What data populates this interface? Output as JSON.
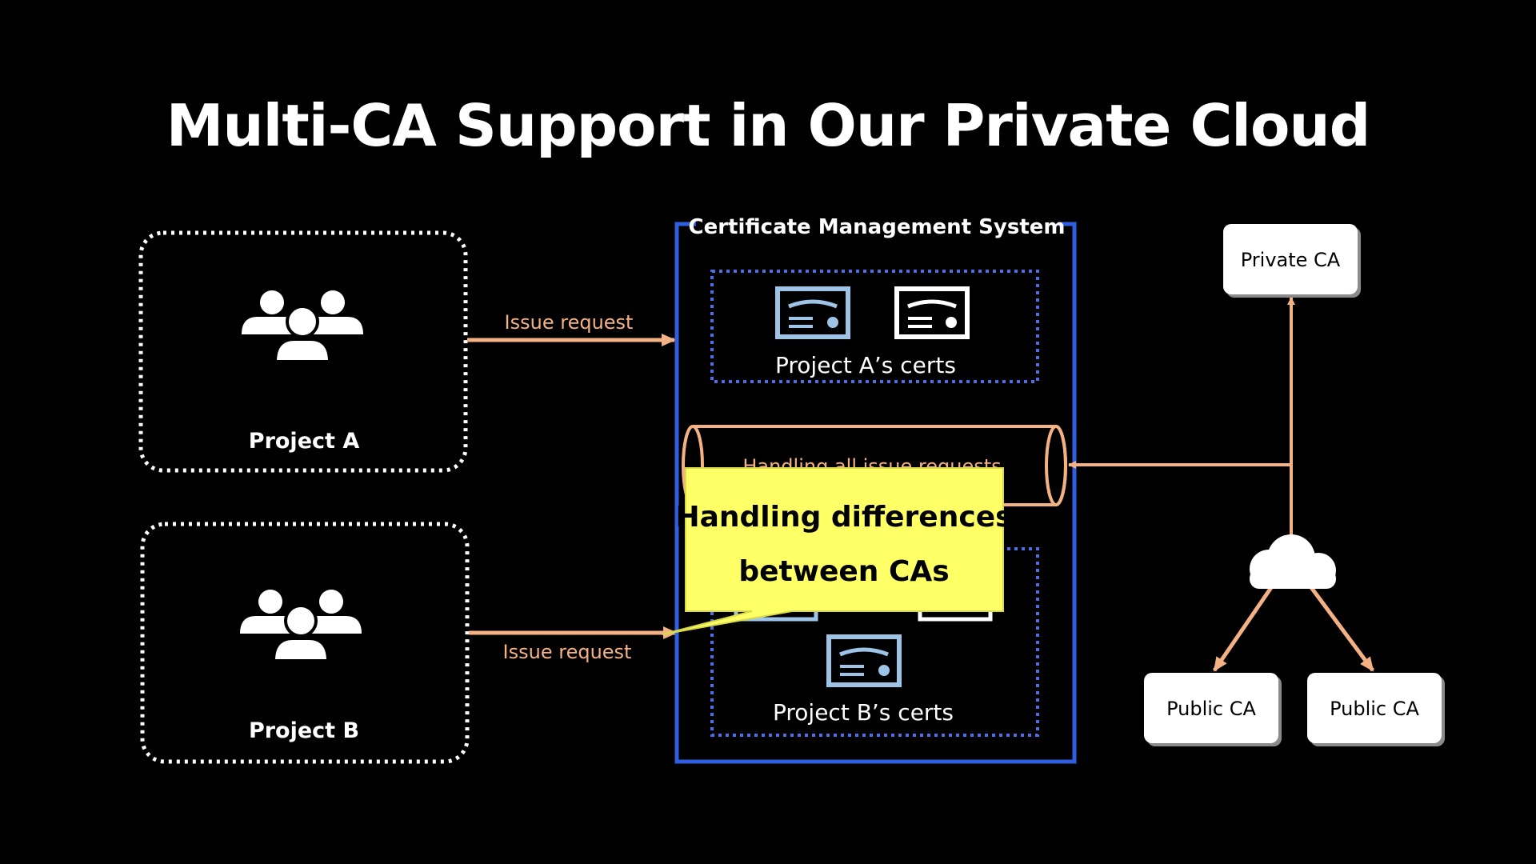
{
  "title": "Multi-CA Support in Our Private Cloud",
  "colors": {
    "background": "#000000",
    "arrow": "#f4b183",
    "cms_border": "#2f5fe0",
    "inner_border": "#4a6fe8",
    "cert_blue": "#9dc3e6",
    "callout": "#ffff66"
  },
  "projects": [
    {
      "label": "Project A",
      "icon": "people-group-icon"
    },
    {
      "label": "Project B",
      "icon": "people-group-icon"
    }
  ],
  "arrows": {
    "issue_request_a": "Issue request",
    "issue_request_b": "Issue request"
  },
  "cms": {
    "title": "Certificate Management System",
    "project_a_certs": "Project A’s certs",
    "project_b_certs": "Project B’s certs",
    "pipe_label": "Handling all issue requests"
  },
  "callout": {
    "line1": "Handling differences",
    "line2": "between CAs"
  },
  "cas": {
    "private": "Private CA",
    "public_left": "Public CA",
    "public_right": "Public CA",
    "cloud_icon": "cloud-icon"
  }
}
